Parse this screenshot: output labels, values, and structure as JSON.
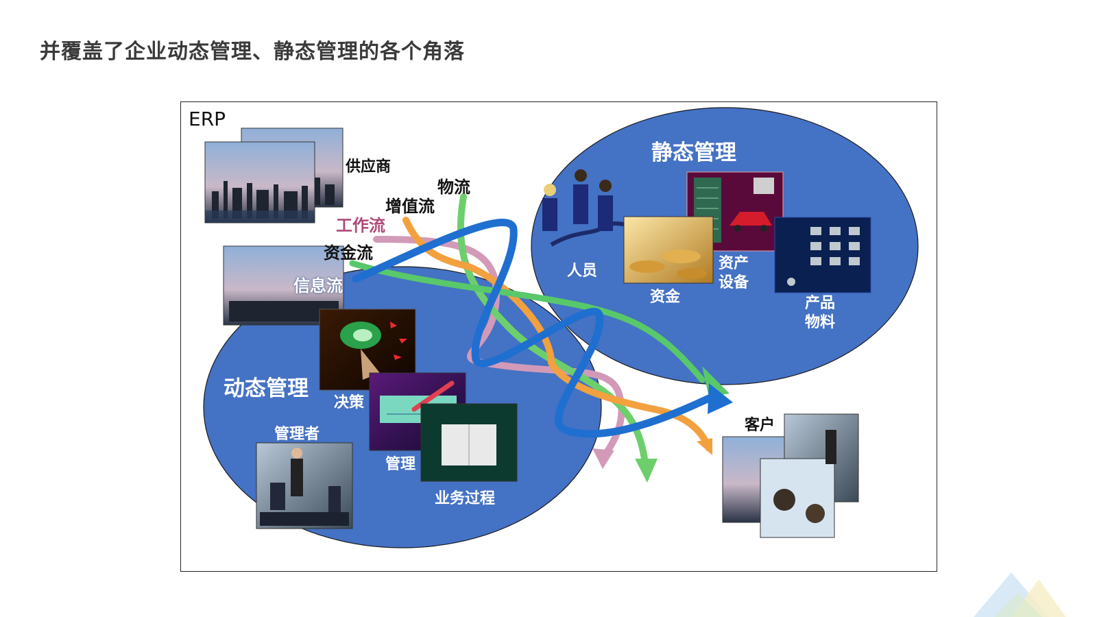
{
  "slide": {
    "title": "并覆盖了企业动态管理、静态管理的各个角落"
  },
  "diagram": {
    "frame_label": "ERP",
    "static_region": "静态管理",
    "dynamic_region": "动态管理",
    "flows": {
      "logistics": "物流",
      "value_added": "增值流",
      "workflow": "工作流",
      "capital": "资金流",
      "information": "信息流"
    },
    "nodes": {
      "supplier": "供应商",
      "personnel": "人员",
      "funds": "资金",
      "assets": "资产\n设备",
      "products": "产品\n物料",
      "customer": "客户",
      "decision": "决策",
      "management": "管理",
      "manager": "管理者",
      "business_process": "业务过程"
    },
    "colors": {
      "ellipse_fill": "#4472c4",
      "flow_blue": "#1f6fd0",
      "flow_green": "#6ccf6c",
      "flow_orange": "#f3a03f",
      "flow_pink": "#d39ab8"
    }
  }
}
